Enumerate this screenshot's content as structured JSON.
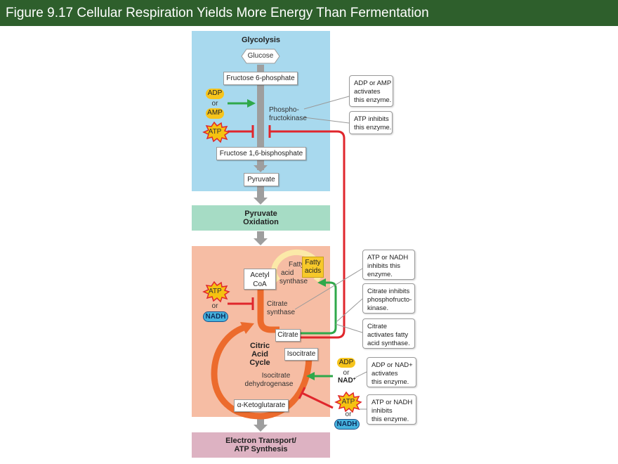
{
  "title": "Figure 9.17  Cellular Respiration Yields More Energy Than Fermentation",
  "glycolysis": {
    "heading": "Glycolysis",
    "glucose": "Glucose",
    "f6p": "Fructose 6-phosphate",
    "pfk_line1": "Phospho-",
    "pfk_line2": "fructokinase",
    "f16bp": "Fructose 1,6-bisphosphate",
    "pyruvate": "Pyruvate",
    "adp": "ADP",
    "or": "or",
    "amp": "AMP",
    "atp": "ATP"
  },
  "pyruvate_oxidation": {
    "line1": "Pyruvate",
    "line2": "Oxidation"
  },
  "citric": {
    "acetyl_line1": "Acetyl",
    "acetyl_line2": "CoA",
    "fas_line1": "Fatty",
    "fas_line2": "acid",
    "fas_line3": "synthase",
    "fatty_acids_line1": "Fatty",
    "fatty_acids_line2": "acids",
    "citrate_synthase_line1": "Citrate",
    "citrate_synthase_line2": "synthase",
    "citrate": "Citrate",
    "cycle_line1": "Citric",
    "cycle_line2": "Acid",
    "cycle_line3": "Cycle",
    "isocitrate": "Isocitrate",
    "idh_line1": "Isocitrate",
    "idh_line2": "dehydrogenase",
    "akg": "α-Ketoglutarate",
    "atp": "ATP",
    "or": "or",
    "nadh": "NADH"
  },
  "right_effectors": {
    "adp": "ADP",
    "or1": "or",
    "nad": "NAD",
    "nad_sup": "+",
    "atp": "ATP",
    "or2": "or",
    "nadh": "NADH"
  },
  "electron_transport": {
    "line1": "Electron Transport/",
    "line2": "ATP Synthesis"
  },
  "callouts": [
    {
      "lines": [
        "ADP or AMP",
        "activates",
        "this enzyme."
      ]
    },
    {
      "lines": [
        "ATP inhibits",
        "this enzyme."
      ]
    },
    {
      "lines": [
        "ATP or NADH",
        "inhibits this",
        "enzyme."
      ]
    },
    {
      "lines": [
        "Citrate inhibits",
        "phosphofructo-",
        "kinase."
      ]
    },
    {
      "lines": [
        "Citrate",
        "activates fatty",
        "acid synthase."
      ]
    },
    {
      "lines": [
        "ADP or NAD+",
        "activates",
        "this enzyme."
      ]
    },
    {
      "lines": [
        "ATP or NADH",
        "inhibits",
        "this enzyme."
      ]
    }
  ],
  "colors": {
    "title_bar": "#2e5f2c",
    "glycolysis_bg": "#a8d9ee",
    "pyruvate_oxidation_bg": "#a6dcc5",
    "citric_bg": "#f6bda4",
    "electron_transport_bg": "#ddb2c2",
    "inhibit_red": "#e0262c",
    "activate_green": "#2fa84a",
    "cycle_orange": "#ec6b2d"
  }
}
